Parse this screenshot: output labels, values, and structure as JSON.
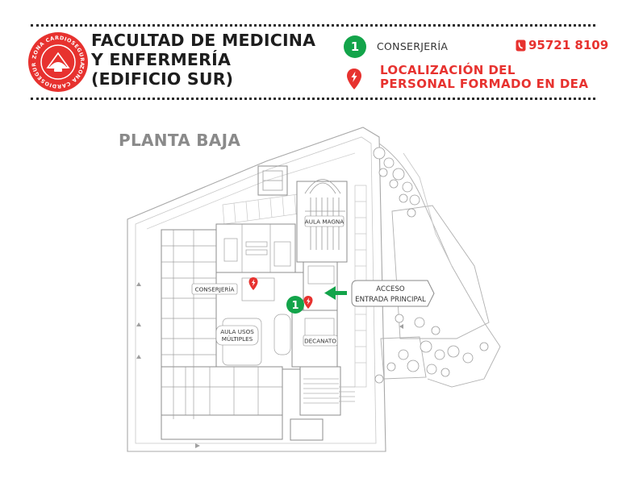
{
  "header": {
    "title_lines": [
      "FACULTAD DE MEDICINA",
      "Y ENFERMERÍA",
      "(EDIFICIO SUR)"
    ],
    "logo_text": "ZONA CARDIOSEGURA",
    "phone": "95721 8109"
  },
  "legend": {
    "conserjeria_number": "1",
    "conserjeria_label": "CONSERJERÍA",
    "dea_lines": [
      "LOCALIZACIÓN DEL",
      "PERSONAL FORMADO EN DEA"
    ]
  },
  "floor": "PLANTA BAJA",
  "map": {
    "labels": {
      "aula_magna": "AULA MAGNA",
      "conserjeria": "CONSERJERÍA",
      "aula_usos_1": "AULA USOS",
      "aula_usos_2": "MÚLTIPLES",
      "decanato": "DECANATO",
      "acceso": "ACCESO",
      "entrada": "ENTRADA PRINCIPAL",
      "marker_num": "1"
    }
  },
  "colors": {
    "accent_red": "#e7322f",
    "green": "#13a44a",
    "text": "#1d1d1d",
    "map_line": "#9a9a9a"
  }
}
